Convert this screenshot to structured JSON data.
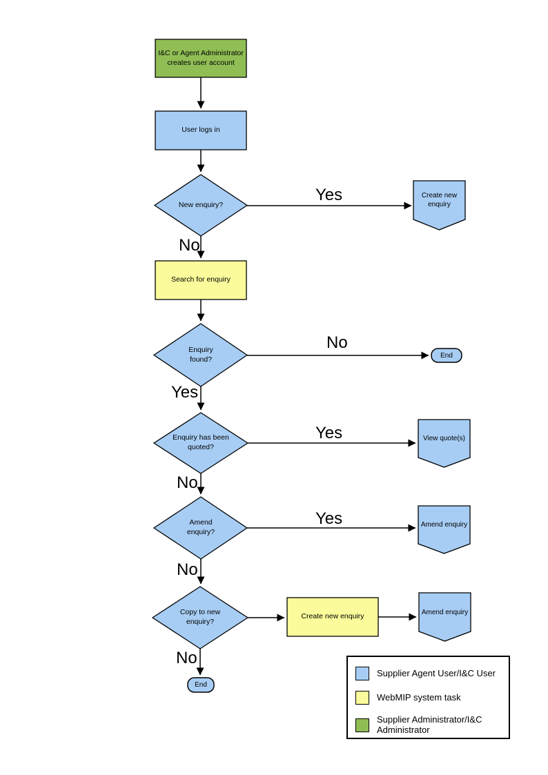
{
  "diagram": {
    "colors": {
      "user_task": "#A7CDF4",
      "system_task": "#FBFB9B",
      "admin_task": "#90BE55"
    },
    "nodes": {
      "admin_creates": {
        "label": "I&C or Agent Administrator creates user account"
      },
      "user_logs_in": {
        "label": "User logs in"
      },
      "new_enquiry": {
        "label": "New enquiry?"
      },
      "create_new_enquiry_offpage": {
        "label": "Create new enquiry"
      },
      "search_for_enquiry": {
        "label": "Search for enquiry"
      },
      "enquiry_found": {
        "label": "Enquiry found?"
      },
      "end_1": {
        "label": "End"
      },
      "enquiry_quoted": {
        "label": "Enquiry has been quoted?"
      },
      "view_quotes": {
        "label": "View quote(s)"
      },
      "amend_enquiry_q": {
        "label": "Amend enquiry?"
      },
      "amend_enquiry_1": {
        "label": "Amend enquiry"
      },
      "copy_to_new": {
        "label": "Copy to new enquiry?"
      },
      "create_new_enquiry_task": {
        "label": "Create new enquiry"
      },
      "amend_enquiry_2": {
        "label": "Amend enquiry"
      },
      "end_2": {
        "label": "End"
      }
    },
    "edge_labels": {
      "new_enquiry_yes": "Yes",
      "new_enquiry_no": "No",
      "enquiry_found_no": "No",
      "enquiry_found_yes": "Yes",
      "enquiry_quoted_yes": "Yes",
      "enquiry_quoted_no": "No",
      "amend_enquiry_yes": "Yes",
      "amend_enquiry_no": "No",
      "copy_to_new_no": "No"
    },
    "legend": {
      "items": [
        {
          "label": "Supplier Agent User/I&C User"
        },
        {
          "label": "WebMIP system task"
        },
        {
          "label": "Supplier Administrator/I&C Administrator"
        }
      ]
    }
  }
}
